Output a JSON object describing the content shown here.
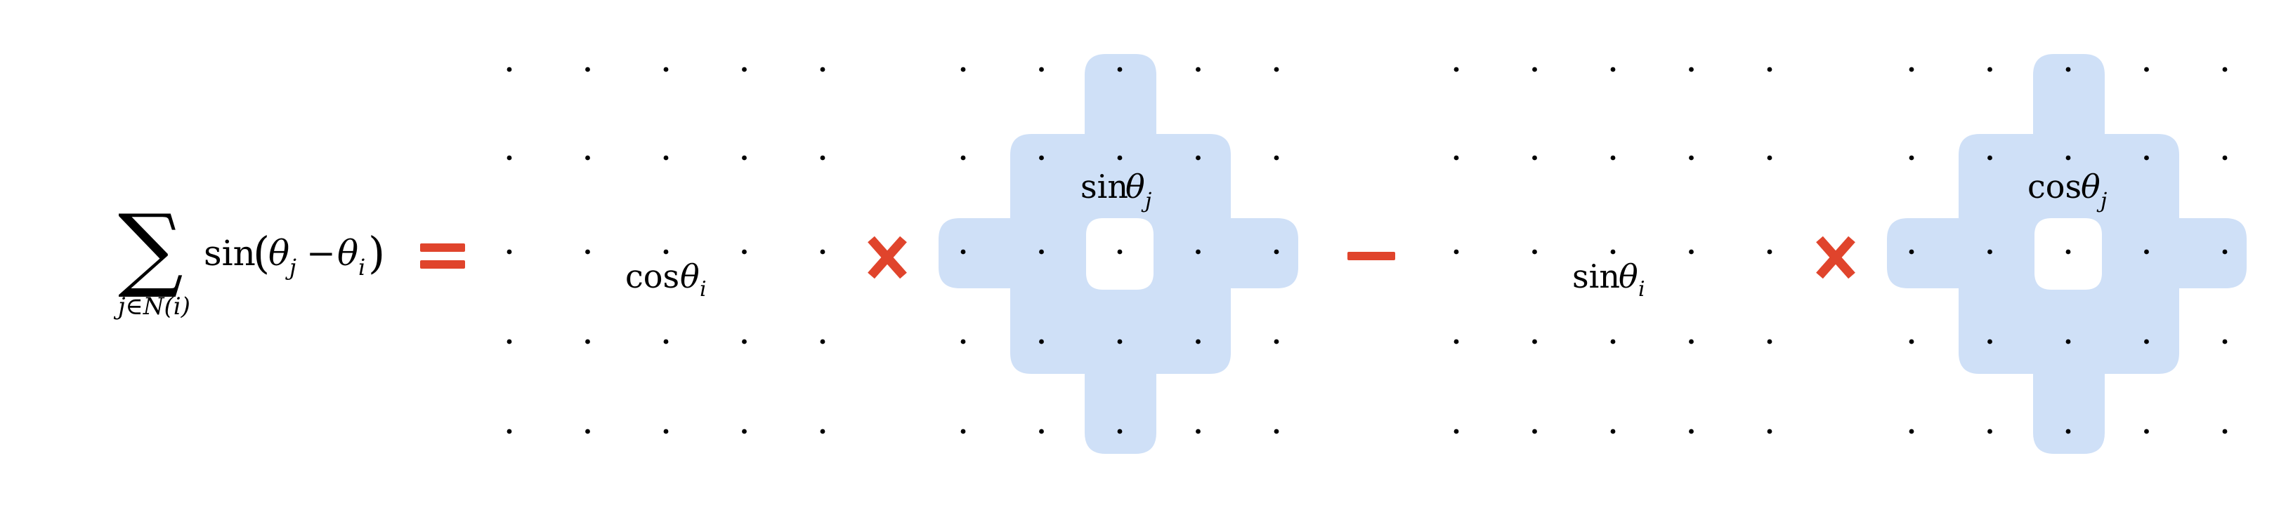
{
  "equation": {
    "lhs": {
      "sum_symbol": "∑",
      "sum_index": "j∈N(i)",
      "func": "sin",
      "open_paren": "(",
      "theta_j": "θ",
      "sub_j": "j",
      "minus": "−",
      "theta_i": "θ",
      "sub_i": "i",
      "close_paren": ")"
    },
    "operators": {
      "equals": "equals",
      "times": "times",
      "minus": "minus"
    },
    "terms": [
      {
        "func": "cos",
        "var": "θ",
        "sub": "i"
      },
      {
        "func": "sin",
        "var": "θ",
        "sub": "j"
      },
      {
        "func": "sin",
        "var": "θ",
        "sub": "i"
      },
      {
        "func": "cos",
        "var": "θ",
        "sub": "j"
      }
    ]
  },
  "colors": {
    "operator": "#e0442c",
    "kernel_fill": "#cfe0f7",
    "dot": "#000000",
    "text": "#000000"
  },
  "grid": {
    "rows": 5,
    "cols": 5
  }
}
